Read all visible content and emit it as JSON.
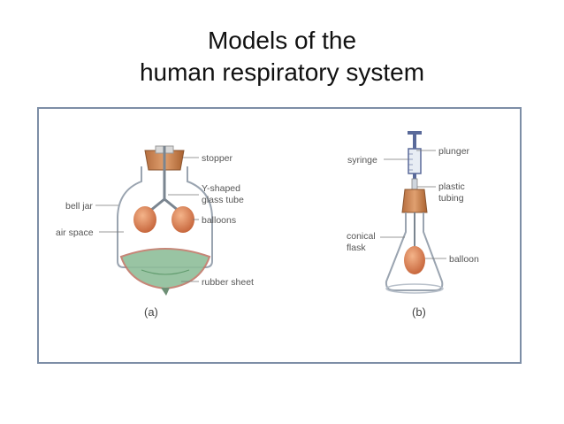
{
  "slide": {
    "title_line1": "Models of the",
    "title_line2": "human respiratory system"
  },
  "model_a": {
    "caption": "(a)",
    "labels": {
      "stopper": "stopper",
      "bell_jar": "bell jar",
      "y_tube_1": "Y-shaped",
      "y_tube_2": "glass tube",
      "balloons": "balloons",
      "air_space": "air space",
      "rubber_sheet": "rubber sheet"
    }
  },
  "model_b": {
    "caption": "(b)",
    "labels": {
      "syringe": "syringe",
      "plunger": "plunger",
      "plastic_1": "plastic",
      "plastic_2": "tubing",
      "conical_1": "conical",
      "conical_2": "flask",
      "balloon": "balloon"
    }
  },
  "colors": {
    "frame_border": "#7d8ea6",
    "stopper": "#c98a5a",
    "balloon": "#d9885f",
    "rubber_sheet": "#8fbe9a",
    "plunger": "#5a6a9a",
    "glass": "#9aa4b0"
  }
}
